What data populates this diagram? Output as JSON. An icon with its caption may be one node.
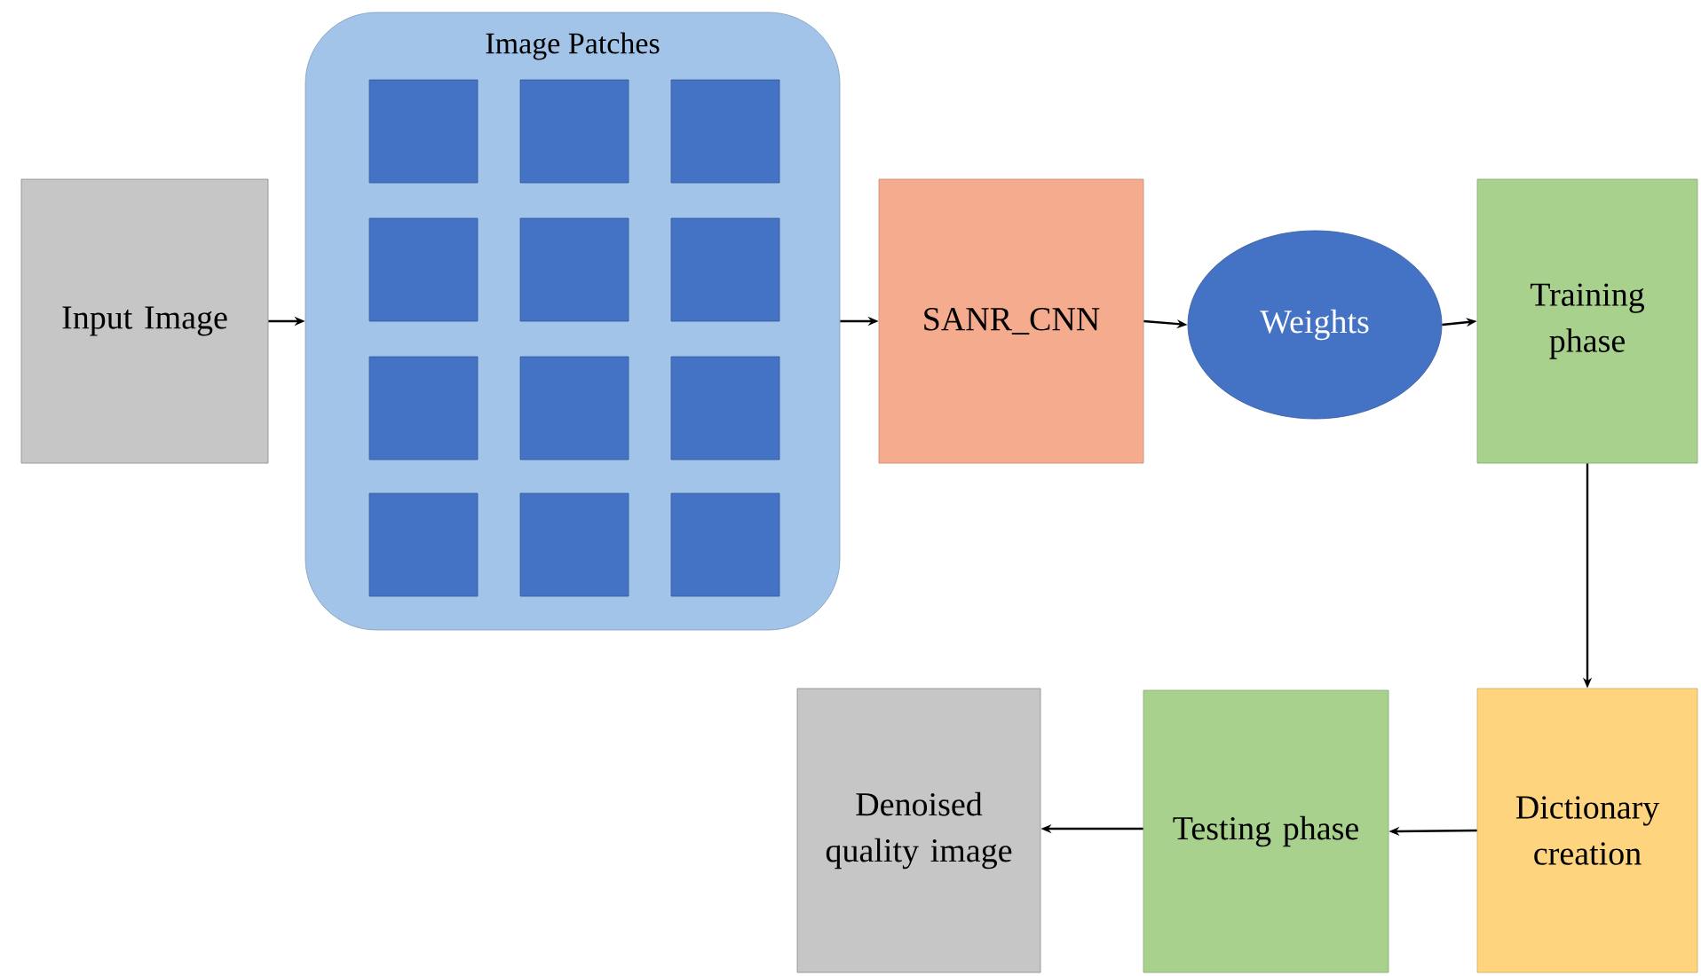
{
  "diagram": {
    "nodes": [
      {
        "text": [
          "Input Image"
        ]
      },
      {
        "text": [
          "Image Patches"
        ]
      },
      {
        "text": [],
        "shape": "box",
        "in": 1
      },
      {
        "text": [],
        "shape": "box",
        "in": 1
      },
      {
        "text": [],
        "shape": "box",
        "in": 1
      },
      {
        "text": [],
        "shape": "box",
        "in": 1
      },
      {
        "text": [],
        "shape": "box",
        "in": 1
      },
      {
        "text": [],
        "shape": "box",
        "in": 1
      },
      {
        "text": [],
        "shape": "box",
        "in": 1
      },
      {
        "text": [],
        "shape": "box",
        "in": 1
      },
      {
        "text": [],
        "shape": "box",
        "in": 1
      },
      {
        "text": [],
        "shape": "box",
        "in": 1
      },
      {
        "text": [],
        "shape": "box",
        "in": 1
      },
      {
        "text": [],
        "shape": "box",
        "in": 1
      },
      {
        "text": [
          "SANR_CNN"
        ]
      },
      {
        "text": [
          "Weights"
        ]
      },
      {
        "text": [
          "Training phase"
        ]
      },
      {
        "text": [
          "Dictionary creation"
        ]
      },
      {
        "text": [
          "Testing phase"
        ]
      },
      {
        "text": [
          "Denoised quality image"
        ]
      }
    ],
    "edges": [
      {
        "from": 0,
        "to": 1,
        "arrow": "to"
      },
      {
        "from": 1,
        "to": 14,
        "arrow": "to"
      },
      {
        "from": 14,
        "to": 15,
        "arrow": "to"
      },
      {
        "from": 15,
        "to": 16,
        "arrow": "to"
      },
      {
        "from": 16,
        "to": 17,
        "arrow": "to"
      },
      {
        "from": 17,
        "to": 18,
        "arrow": "to"
      },
      {
        "from": 18,
        "to": 19,
        "arrow": "to"
      }
    ]
  }
}
